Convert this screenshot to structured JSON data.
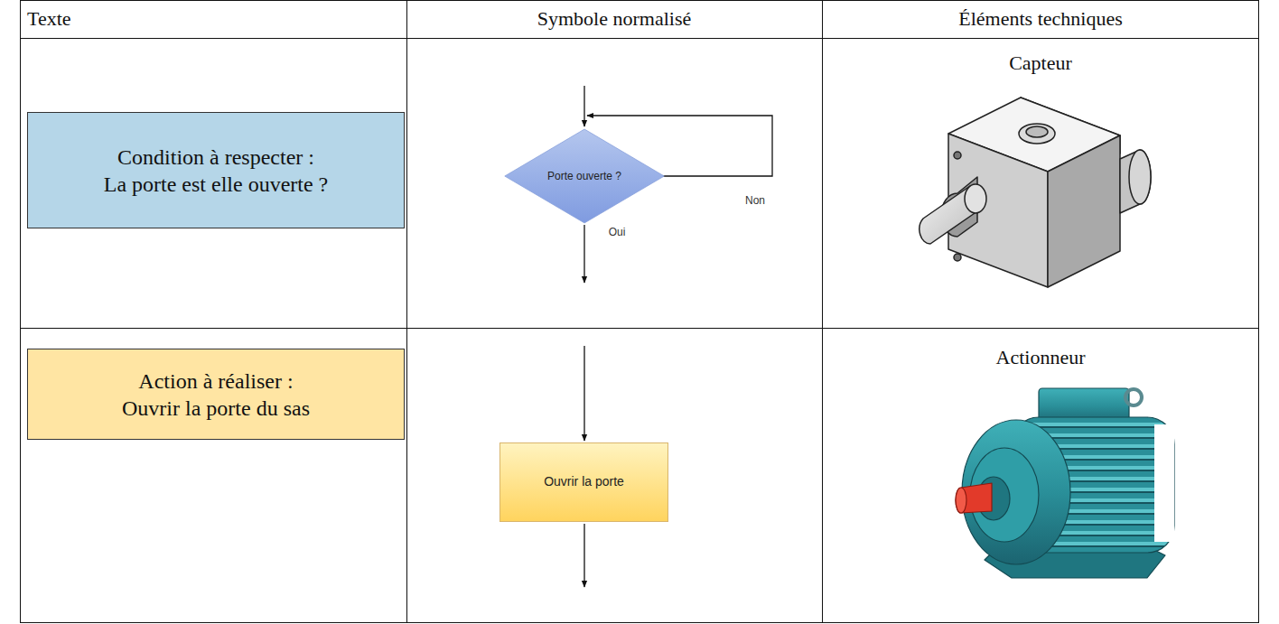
{
  "diagram": {
    "nodes": [
      {
        "text": [
          "Condition à respecter :",
          "La porte est elle ouverte ?"
        ]
      },
      {
        "text": [
          "Porte ouverte ?"
        ]
      },
      {
        "text": [
          "Action à réaliser :",
          "Ouvrir la porte du sas"
        ]
      },
      {
        "text": [
          "Ouvrir la porte"
        ]
      }
    ],
    "labels": [
      "Texte",
      "Symbole normalisé",
      "Éléments techniques",
      "Non",
      "Oui",
      "Capteur",
      "Actionneur"
    ]
  }
}
